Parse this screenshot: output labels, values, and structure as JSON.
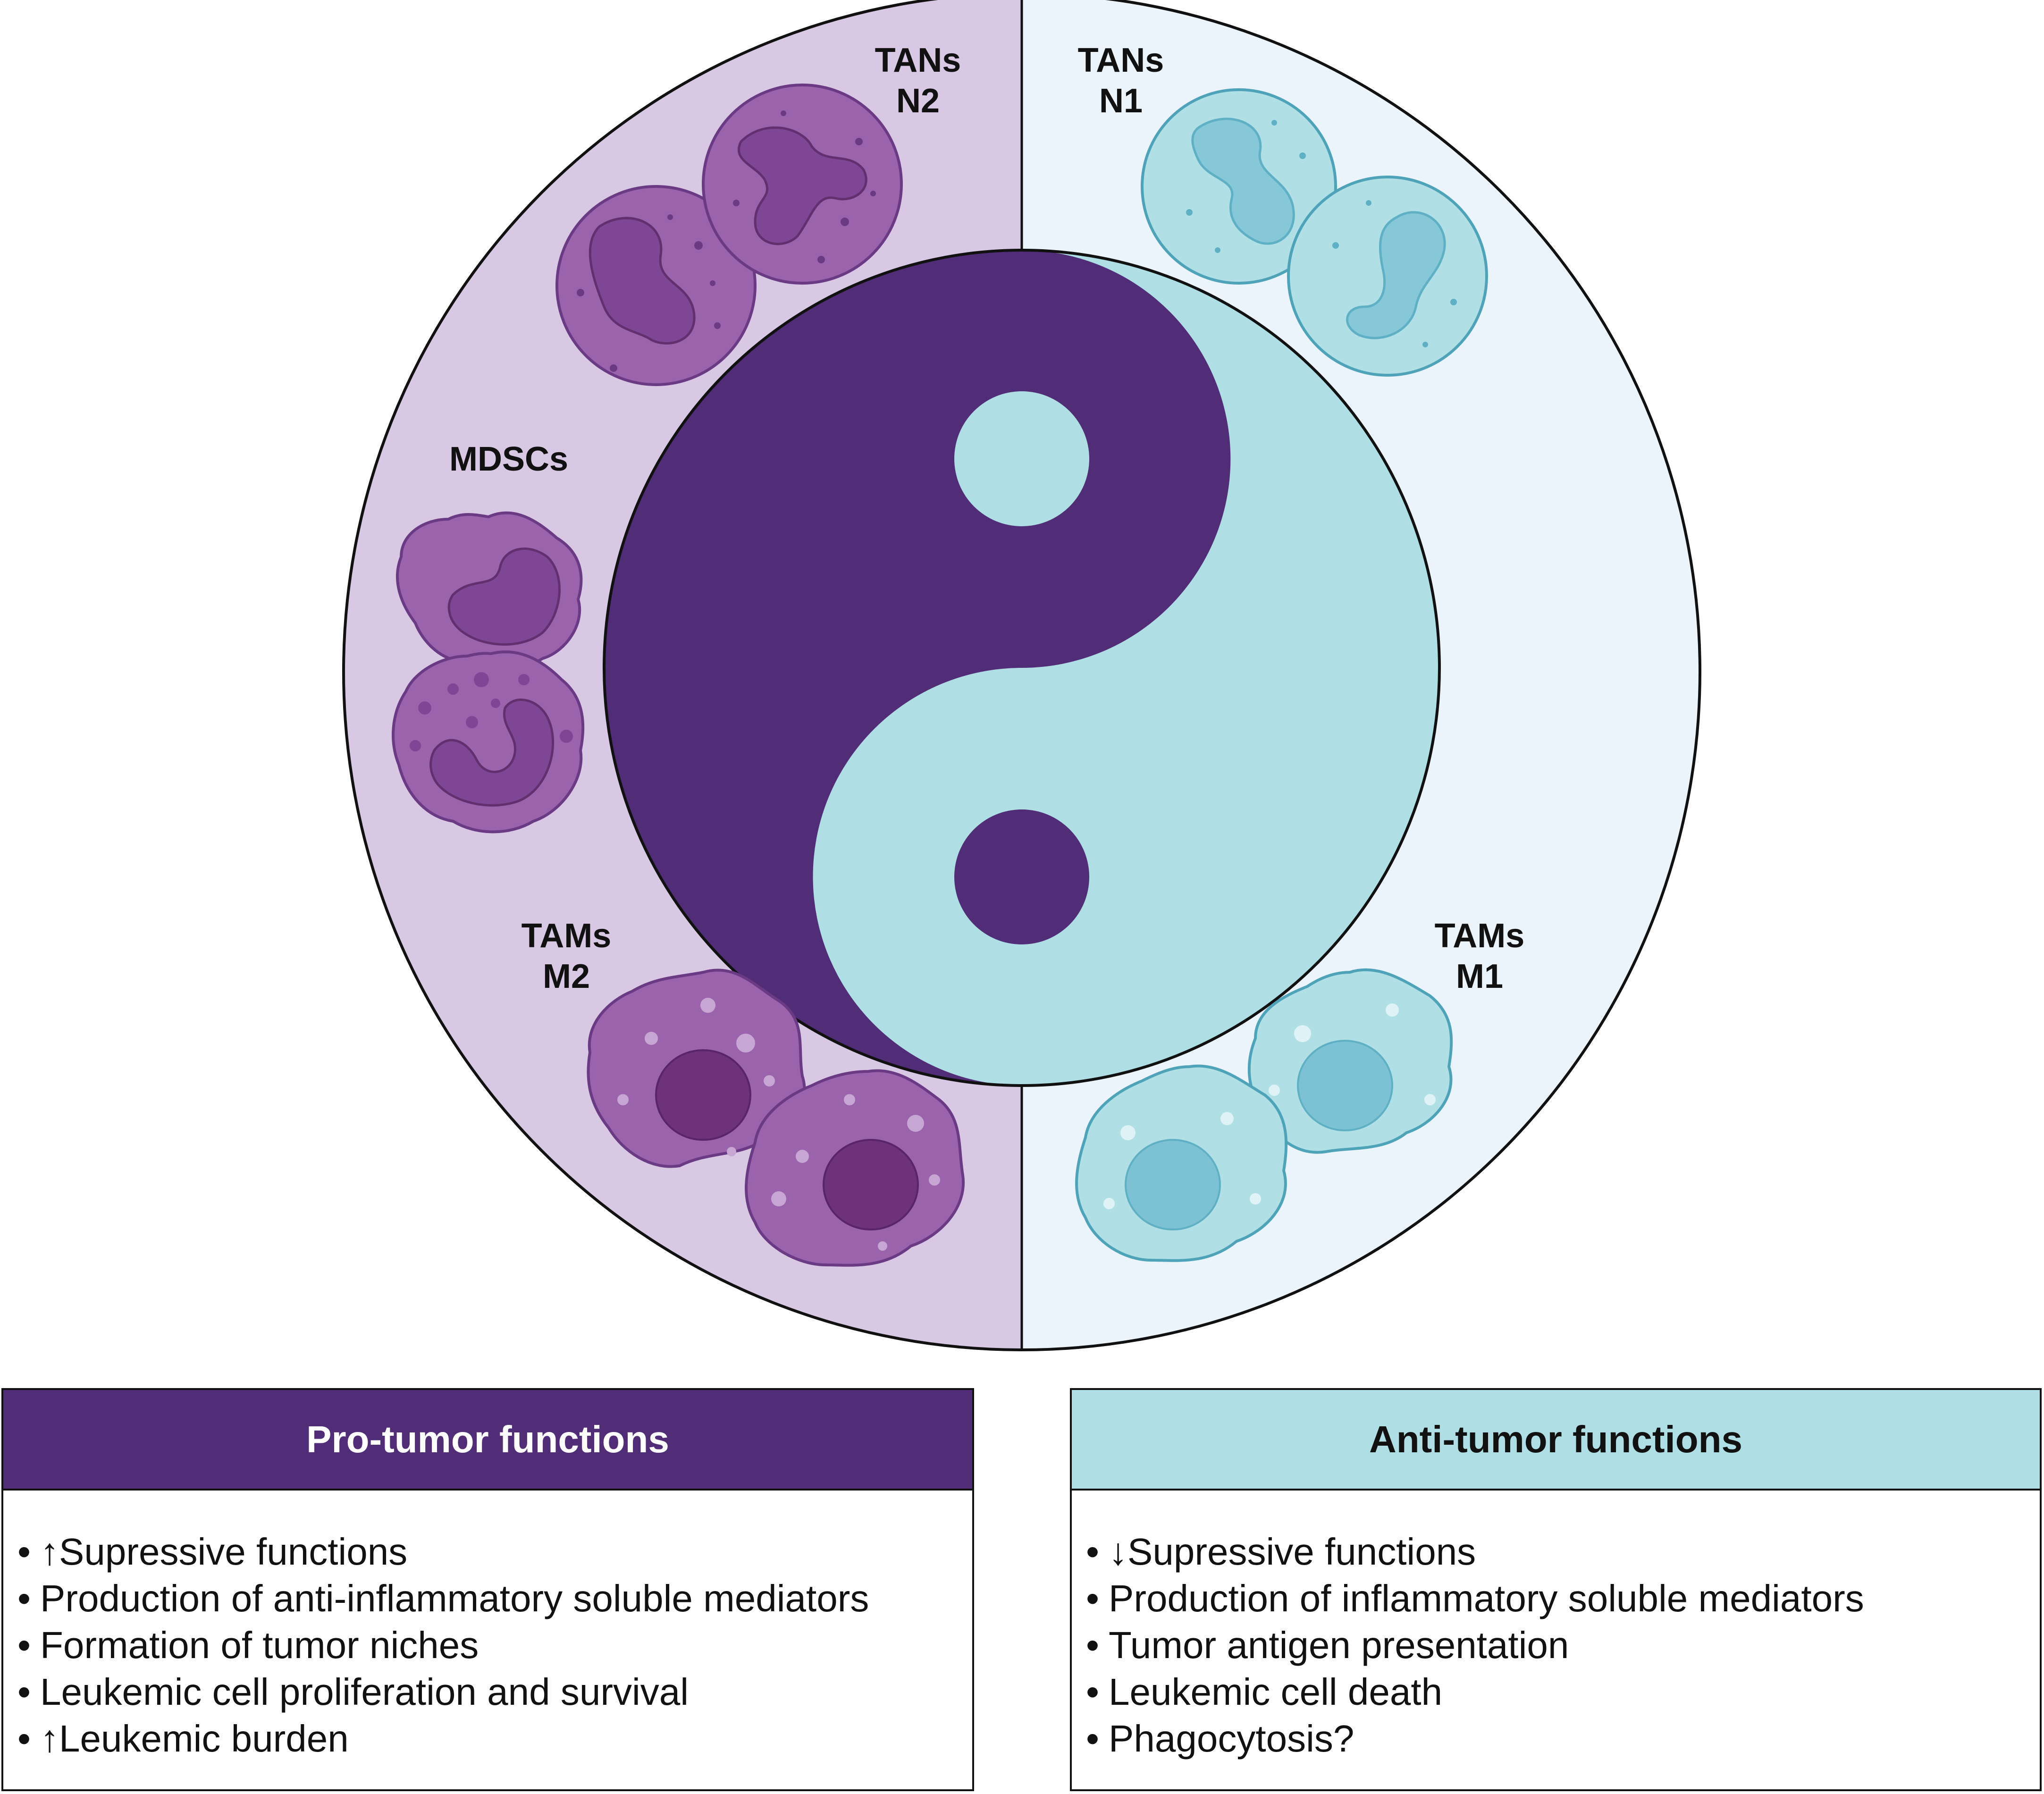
{
  "colors": {
    "pro_dark": "#512c77",
    "pro_bg": "#d8c8e4",
    "pro_cell": "#9a63ab",
    "pro_nucleus": "#7e4694",
    "anti_light": "#afdfe4",
    "anti_bg": "#ebf3fb",
    "anti_cell": "#b0e0e6",
    "anti_nucleus": "#86c8d8"
  },
  "labels": {
    "tans_n2": {
      "line1": "TANs",
      "line2": "N2"
    },
    "tans_n1": {
      "line1": "TANs",
      "line2": "N1"
    },
    "mdscs": "MDSCs",
    "tams_m2": {
      "line1": "TAMs",
      "line2": "M2"
    },
    "tams_m1": {
      "line1": "TAMs",
      "line2": "M1"
    }
  },
  "pro_panel": {
    "title": "Pro-tumor functions",
    "items": [
      {
        "bullet": "•",
        "arrow": "↑",
        "text": "Supressive functions"
      },
      {
        "bullet": "•",
        "arrow": "",
        "text": "Production of anti-inflammatory soluble mediators"
      },
      {
        "bullet": "•",
        "arrow": "",
        "text": "Formation of tumor niches"
      },
      {
        "bullet": "•",
        "arrow": "",
        "text": "Leukemic cell proliferation and  survival"
      },
      {
        "bullet": "•",
        "arrow": "↑",
        "text": "Leukemic burden"
      }
    ]
  },
  "anti_panel": {
    "title": "Anti-tumor functions",
    "items": [
      {
        "bullet": "•",
        "arrow": "↓",
        "text": "Supressive functions"
      },
      {
        "bullet": "•",
        "arrow": "",
        "text": "Production of inflammatory soluble mediators"
      },
      {
        "bullet": "•",
        "arrow": "",
        "text": "Tumor antigen presentation"
      },
      {
        "bullet": "•",
        "arrow": "",
        "text": "Leukemic cell death"
      },
      {
        "bullet": "•",
        "arrow": "",
        "text": "Phagocytosis?"
      }
    ]
  }
}
